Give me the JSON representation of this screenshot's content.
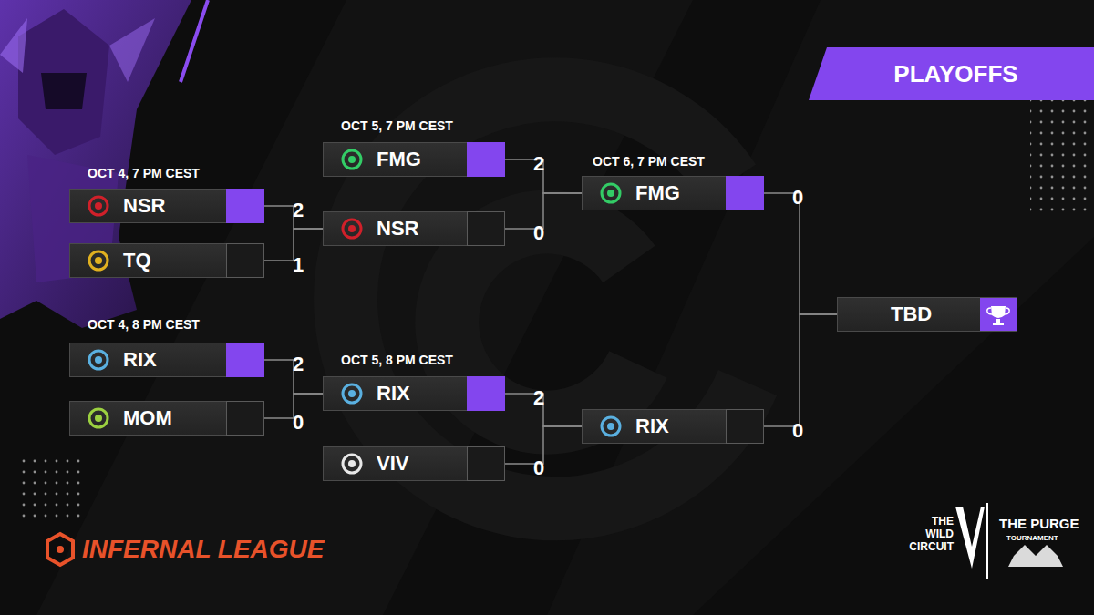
{
  "diagram": {
    "title": "PLAYOFFS",
    "nodes": [
      {
        "text": [
          "NSR"
        ]
      },
      {
        "text": [
          "2"
        ],
        "in": 0
      },
      {
        "text": [
          "TQ"
        ]
      },
      {
        "text": [
          "1"
        ],
        "in": 2
      },
      {
        "text": [
          "RIX"
        ]
      },
      {
        "text": [
          "2"
        ],
        "in": 4
      },
      {
        "text": [
          "MOM"
        ]
      },
      {
        "text": [
          "0"
        ],
        "in": 6
      },
      {
        "text": [
          "FMG"
        ]
      },
      {
        "text": [
          "2"
        ],
        "in": 8
      },
      {
        "text": [
          "NSR"
        ]
      },
      {
        "text": [
          "0"
        ],
        "in": 10
      },
      {
        "text": [
          "RIX"
        ]
      },
      {
        "text": [
          "2"
        ],
        "in": 12
      },
      {
        "text": [
          "VIV"
        ]
      },
      {
        "text": [
          "0"
        ],
        "in": 14
      },
      {
        "text": [
          "FMG"
        ]
      },
      {
        "text": [
          "0"
        ],
        "in": 16
      },
      {
        "text": [
          "RIX"
        ]
      },
      {
        "text": [
          "0"
        ],
        "in": 18
      },
      {
        "text": [
          "TBD"
        ]
      }
    ],
    "edges": [
      {
        "from": 0,
        "to": 10,
        "arrow": "none"
      },
      {
        "from": 2,
        "to": 10,
        "arrow": "none"
      },
      {
        "from": 4,
        "to": 12,
        "arrow": "none"
      },
      {
        "from": 6,
        "to": 12,
        "arrow": "none"
      },
      {
        "from": 8,
        "to": 16,
        "arrow": "none"
      },
      {
        "from": 10,
        "to": 16,
        "arrow": "none"
      },
      {
        "from": 12,
        "to": 18,
        "arrow": "none"
      },
      {
        "from": 14,
        "to": 18,
        "arrow": "none"
      },
      {
        "from": 16,
        "to": 20,
        "arrow": "none"
      },
      {
        "from": 18,
        "to": 20,
        "arrow": "none"
      }
    ],
    "labels": [
      "OCT 4, 7 PM CEST",
      "OCT 4, 8 PM CEST",
      "OCT 5, 7 PM CEST",
      "OCT 5, 8 PM CEST",
      "OCT 6, 7 PM CEST",
      "INFERNAL LEAGUE",
      "THE WILD CIRCUIT",
      "THE PURGE",
      "TOURNAMENT"
    ]
  }
}
